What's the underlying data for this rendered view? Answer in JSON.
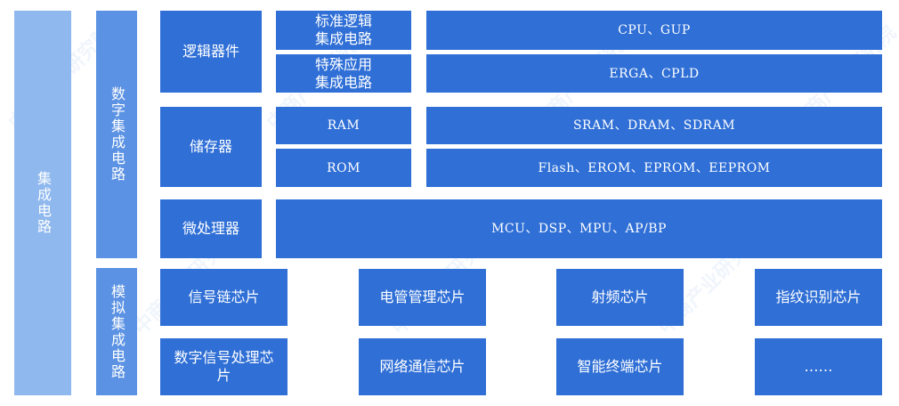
{
  "root": "集成电路",
  "digital": {
    "label": "数字集成电路",
    "logic": {
      "label": "逻辑器件",
      "standard": "标准逻辑\n集成电路",
      "special": "特殊应用\n集成电路",
      "standard_examples": "CPU、GUP",
      "special_examples": "ERGA、CPLD"
    },
    "storage": {
      "label": "储存器",
      "ram": "RAM",
      "rom": "ROM",
      "ram_examples": "SRAM、DRAM、SDRAM",
      "rom_examples": "Flash、EROM、EPROM、EEPROM"
    },
    "micro": {
      "label": "微处理器",
      "examples": "MCU、DSP、MPU、AP/BP"
    }
  },
  "analog": {
    "label": "模拟集成电路",
    "chips": [
      "信号链芯片",
      "电管管理芯片",
      "射频芯片",
      "指纹识别芯片",
      "数字信号处理芯片",
      "网络通信芯片",
      "智能终端芯片",
      "……"
    ]
  },
  "watermark": "中商产业研究院"
}
